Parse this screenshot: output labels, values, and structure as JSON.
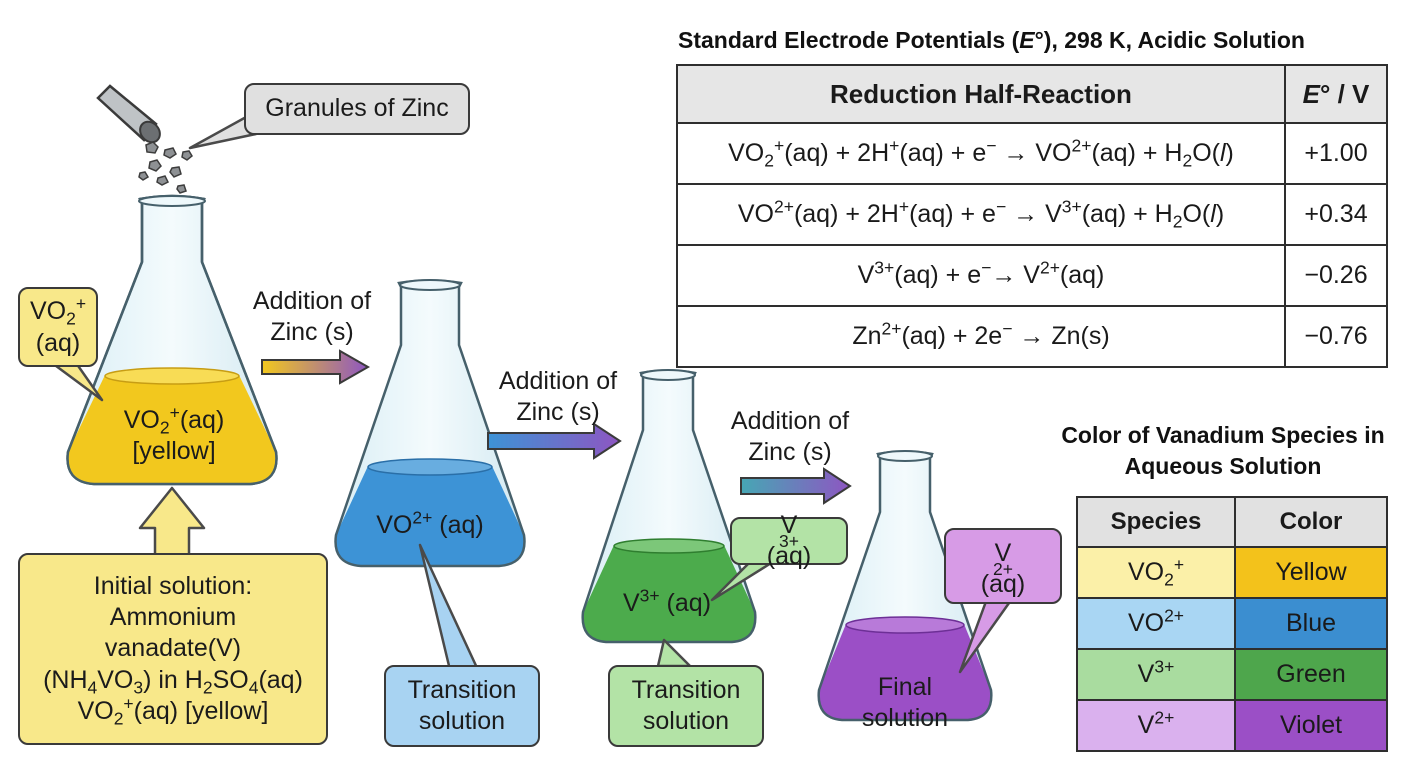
{
  "zinc_label": "Granules of Zinc",
  "flask1": {
    "callout": "VO₂⁺ (aq)",
    "inner": "VO₂⁺(aq) [yellow]",
    "color": "#f2c81e"
  },
  "initial_box": {
    "lines": [
      "Initial solution:",
      "Ammonium",
      "vanadate(V)",
      "(NH₄VO₃) in H₂SO₄(aq)",
      "VO₂⁺(aq) [yellow]"
    ],
    "color": "#f8e88a"
  },
  "arrows": [
    {
      "label": "Addition of Zinc (s)"
    },
    {
      "label": "Addition of Zinc (s)"
    },
    {
      "label": "Addition of Zinc (s)"
    }
  ],
  "flask2": {
    "inner": "VO²⁺ (aq)",
    "box": "Transition solution",
    "color": "#3d93d6",
    "box_color": "#a8d3f2"
  },
  "flask3": {
    "callout": "V³⁺ (aq)",
    "box": "Transition solution",
    "color": "#4cab4c",
    "box_color": "#b3e3a6"
  },
  "flask4": {
    "callout": "V²⁺ (aq)",
    "inner": "Final solution",
    "color": "#9b4fc6",
    "box_color": "#d79be6"
  },
  "potentials": {
    "title": "Standard Electrode Potentials (E°), 298 K, Acidic Solution",
    "headers": [
      "Reduction Half-Reaction",
      "E° / V"
    ],
    "rows": [
      {
        "reaction": "VO₂⁺(aq) + 2H⁺(aq) + e⁻ → VO²⁺(aq) + H₂O(l)",
        "e": "+1.00"
      },
      {
        "reaction": "VO²⁺(aq) + 2H⁺(aq) + e⁻ → V³⁺(aq) + H₂O(l)",
        "e": "+0.34"
      },
      {
        "reaction": "V³⁺(aq) + e⁻ → V²⁺(aq)",
        "e": "−0.26"
      },
      {
        "reaction": "Zn²⁺(aq) + 2e⁻ → Zn(s)",
        "e": "−0.76"
      }
    ]
  },
  "colors_table": {
    "title": "Color of Vanadium Species in Aqueous Solution",
    "headers": [
      "Species",
      "Color"
    ],
    "rows": [
      {
        "species": "VO₂⁺",
        "color": "Yellow",
        "light": "#fbf0a8",
        "dark": "#f3c21b"
      },
      {
        "species": "VO²⁺",
        "color": "Blue",
        "light": "#a9d6f3",
        "dark": "#3b8ed0"
      },
      {
        "species": "V³⁺",
        "color": "Green",
        "light": "#a9dc9f",
        "dark": "#4ea64c"
      },
      {
        "species": "V²⁺",
        "color": "Violet",
        "light": "#dab1ee",
        "dark": "#9b4fc6"
      }
    ]
  }
}
